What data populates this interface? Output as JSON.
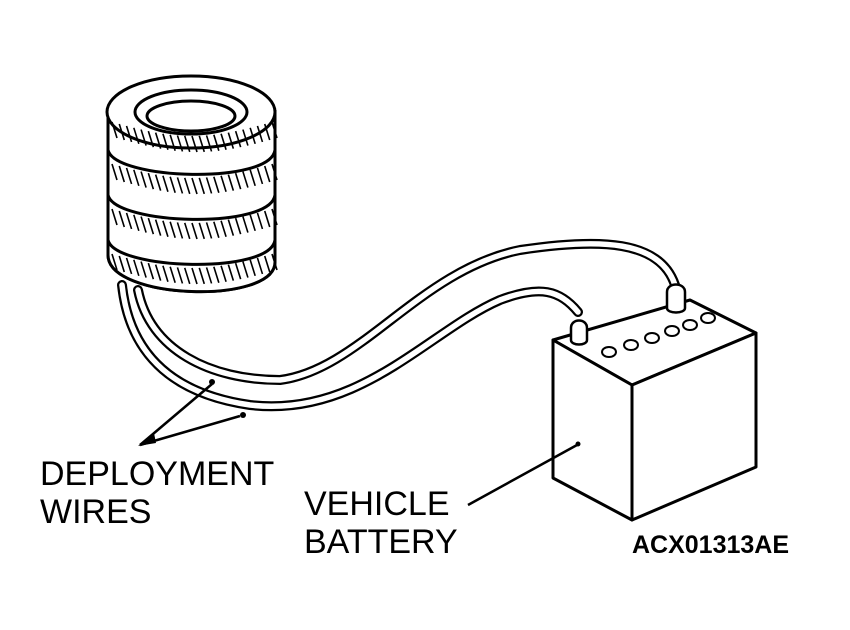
{
  "labels": {
    "deployment_wires": [
      "DEPLOYMENT",
      "WIRES"
    ],
    "vehicle_battery": [
      "VEHICLE",
      "BATTERY"
    ],
    "figure_code": "ACX01313AE"
  },
  "colors": {
    "ink": "#000000",
    "paper": "#ffffff"
  }
}
